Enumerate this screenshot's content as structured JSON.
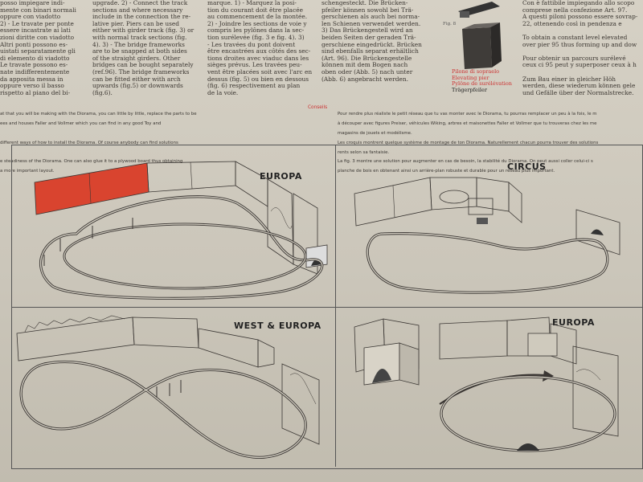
{
  "columns": {
    "it_left": [
      "posso impiegare indi-",
      "mente con binari normali",
      "oppure con viadotto",
      "2) - Le travate per ponte",
      "essere incastrate ai lati",
      "zioni diritte con viadotto",
      "Altri ponti possono es-",
      "uistati separatamente gli",
      "di elemento di viadotto",
      "Le travate possono es-",
      "nate indifferentemente",
      "da apposita messa in",
      "oppure verso il basso",
      "rispetto al piano del bi-"
    ],
    "en": [
      "upgrade. 2) - Connect the track",
      "sections and where necessary",
      "include in the connection the re-",
      "lative pier. Piers can be used",
      "either with girder track (fig. 3) or",
      "with normal track sections (fig.",
      "4). 3) - The bridge frameworks",
      "are to be snapped at both sides",
      "of the straight girders. Other",
      "bridges can be bought separately",
      "(ref.96). The bridge frameworks",
      "can be fitted either with arch",
      "upwards (fig.5) or downwards",
      "(fig.6)."
    ],
    "fr": [
      "marque. 1) - Marquez la posi-",
      "tion du courant doit être placée",
      "au commencement de la montée.",
      "2) - Joindre les sections de voie y",
      "compris les pylônes dans la sec-",
      "tion surélevée (fig. 3 e fig. 4). 3)",
      "- Les travées du pont doivent",
      "être encastrées aux côtés des sec-",
      "tions droites avec viaduc dans les",
      "sièges prévus. Les travées peu-",
      "vent être placées soit avec l'arc en",
      "dessus (fig. 5) ou bien en dessous",
      "(fig. 6) respectivement au plan",
      "de la voie."
    ],
    "de": [
      "schengesteckt. Die Brücken-",
      "pfeiler können sowohl bei Trä-",
      "gerschienen als auch bei norma-",
      "len Schienen verwendet werden.",
      "3) Das Brückengestell wird an",
      "beiden Seiten der geraden Trä-",
      "gerschiene eingedrückt. Brücken",
      "sind ebenfalls separat erhältlich",
      "(Art. 96). Die Brückengestelle",
      "können mit dem Bogen nach",
      "oben oder (Abb. 5) nach unter",
      "(Abb. 6) angebracht werden."
    ],
    "it_right": [
      "Con è fattibile impiegando allo scopo",
      "comprese nella confezione Art. 97.",
      "A questi piloni possono essere sovrap-",
      "22, ottenendo così in pendenza e",
      "",
      "To obtain a constant level elevated",
      "over pier 95 thus forming up and dow",
      "",
      "Pour obtenir un parcours surélevé",
      "ceux ci 95 peut y superposer ceux à h",
      "",
      "Zum Bau einer in gleicher Höh",
      "werden, diese wiederum können gele",
      "und Gefälle über der Normalstrecke."
    ]
  },
  "pillar": {
    "fig": "Fig. 8",
    "it": "Pilone di sopraelo",
    "en": "Elevating pier",
    "fr": "Pylône de surélévation",
    "de": "Trägerpfeiler"
  },
  "notes": {
    "conseils_label": "Conseils",
    "left": [
      "at that you will be making with the Diorama, you can little by little, replace the parts to be",
      "ees and houses Faller and Vollmer which you can find in any good Toy and",
      "",
      "different ways of how to install the Diorama. Of course anybody can find solutions",
      "",
      "e steadiness of the Diorama. One can also glue it to a plywood board thus obtaining",
      "a more important layout."
    ],
    "right": [
      "Pour rendre plus réaliste le petit réseau que tu vas monter avec le Diorama, tu pourras remplacer un peu à la fois, le m",
      "à découper avec figures Preiser, véhicules Wiking, arbres et maisonettes Faller et Vollmer que tu trouveras chez les me",
      "magasins de jouets et modélisme.",
      "Les croquis montrent quelque système de montage de ton Diorama. Naturellement chacun pourra trouver des solutions",
      "rents selon sa fantaisie.",
      "La fig. 3 montre une solution pour augmenter en cas de besoin, la stabilité du Diorama. On peut aussi coller celui-ci s",
      "planche de bois en obtenant ainsi un arrière-plan robuste et durable pour un réseau plus important."
    ]
  },
  "panels": {
    "top_left": "EUROPA",
    "top_right": "CIRCUS",
    "bottom_left": "WEST & EUROPA",
    "bottom_right": "EUROPA"
  },
  "colors": {
    "highlight": "#d9442f",
    "line": "#3a3633",
    "paper": "#d0cbbf"
  }
}
